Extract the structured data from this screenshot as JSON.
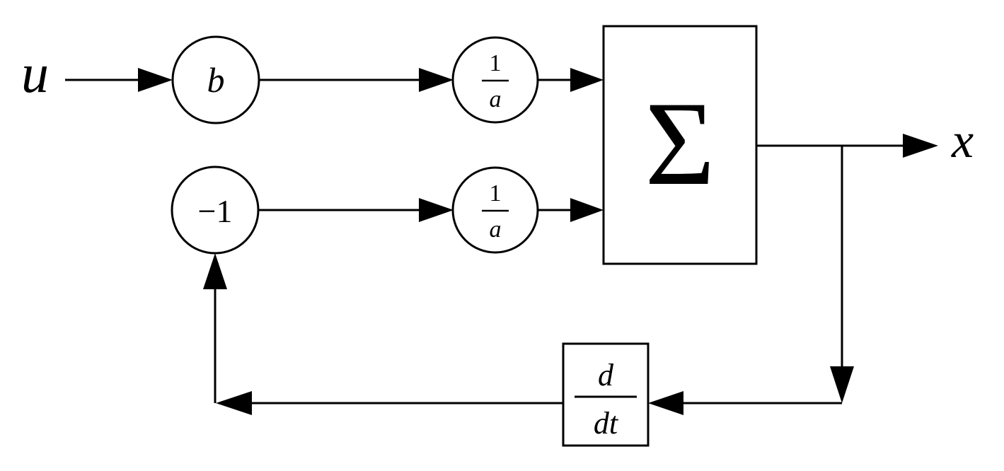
{
  "signals": {
    "input": "u",
    "output": "x"
  },
  "blocks": {
    "gain_b": "b",
    "gain_neg1": "−1",
    "scale_top": {
      "numerator": "1",
      "denominator": "a"
    },
    "scale_bottom": {
      "numerator": "1",
      "denominator": "a"
    },
    "summer": "Σ",
    "derivative": {
      "numerator": "d",
      "denominator": "dt"
    }
  }
}
